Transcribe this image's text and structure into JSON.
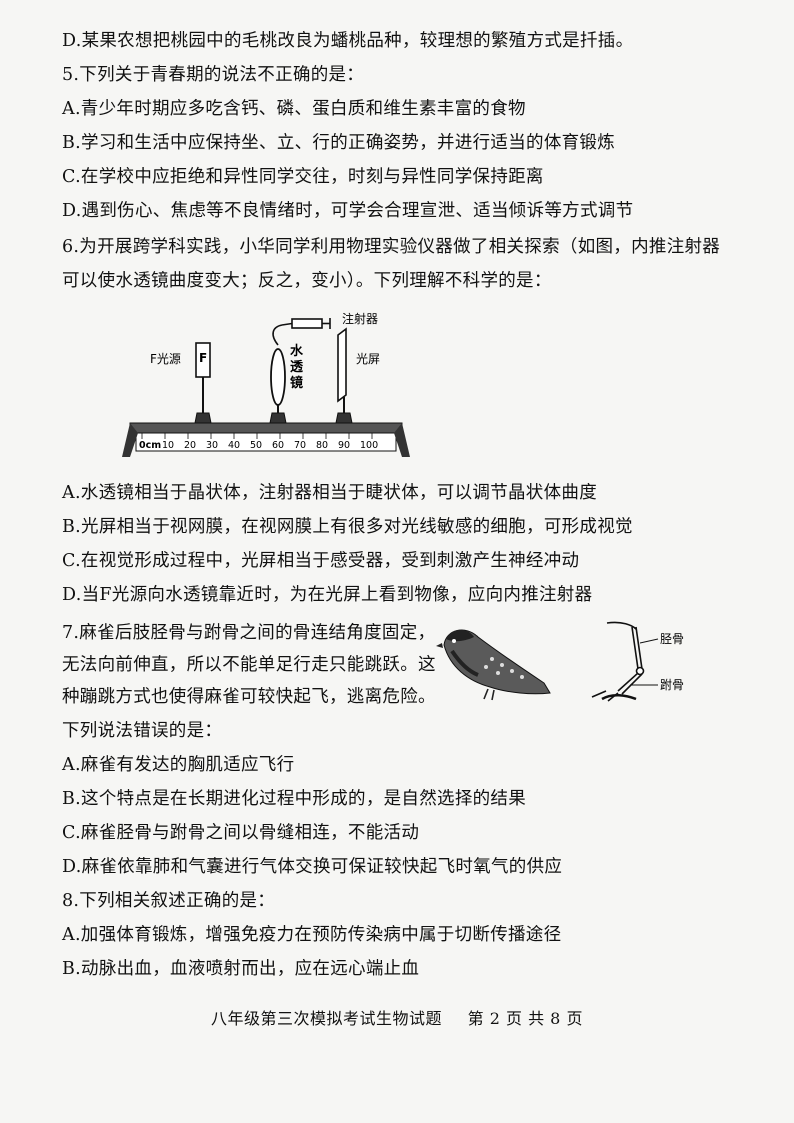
{
  "lines": [
    "D.某果农想把桃园中的毛桃改良为蟠桃品种，较理想的繁殖方式是扦插。",
    "5.下列关于青春期的说法不正确的是：",
    "A.青少年时期应多吃含钙、磷、蛋白质和维生素丰富的食物",
    "B.学习和生活中应保持坐、立、行的正确姿势，并进行适当的体育锻炼",
    "C.在学校中应拒绝和异性同学交往，时刻与异性同学保持距离",
    "D.遇到伤心、焦虑等不良情绪时，可学会合理宣泄、适当倾诉等方式调节",
    "6.为开展跨学科实践，小华同学利用物理实验仪器做了相关探索（如图，内推注射器",
    "可以使水透镜曲度变大；反之，变小）。下列理解不科学的是：",
    "A.水透镜相当于晶状体，注射器相当于睫状体，可以调节晶状体曲度",
    "B.光屏相当于视网膜，在视网膜上有很多对光线敏感的细胞，可形成视觉",
    "C.在视觉形成过程中，光屏相当于感受器，受到刺激产生神经冲动",
    "D.当F光源向水透镜靠近时，为在光屏上看到物像，应向内推注射器",
    "7.麻雀后肢胫骨与跗骨之间的骨连结角度固定，",
    "无法向前伸直，所以不能单足行走只能跳跃。这",
    "种蹦跳方式也使得麻雀可较快起飞，逃离危险。",
    "下列说法错误的是：",
    "A.麻雀有发达的胸肌适应飞行",
    "B.这个特点是在长期进化过程中形成的，是自然选择的结果",
    "C.麻雀胫骨与跗骨之间以骨缝相连，不能活动",
    "D.麻雀依靠肺和气囊进行气体交换可保证较快起飞时氧气的供应",
    "8.下列相关叙述正确的是：",
    "A.加强体育锻炼，增强免疫力在预防传染病中属于切断传播途径",
    "B.动脉出血，血液喷射而出，应在远心端止血"
  ],
  "diagram": {
    "label_source": "F光源",
    "label_f": "F",
    "label_lens": [
      "水",
      "透",
      "镜"
    ],
    "label_syringe": "注射器",
    "label_screen": "光屏",
    "ruler_unit": "0cm",
    "ruler_ticks": [
      "10",
      "20",
      "30",
      "40",
      "50",
      "60",
      "70",
      "80",
      "90",
      "100"
    ]
  },
  "birds": {
    "label_tibia": "胫骨",
    "label_tarsus": "跗骨"
  },
  "footer": {
    "title": "八年级第三次模拟考试生物试题",
    "page": "第 2 页 共 8 页"
  }
}
